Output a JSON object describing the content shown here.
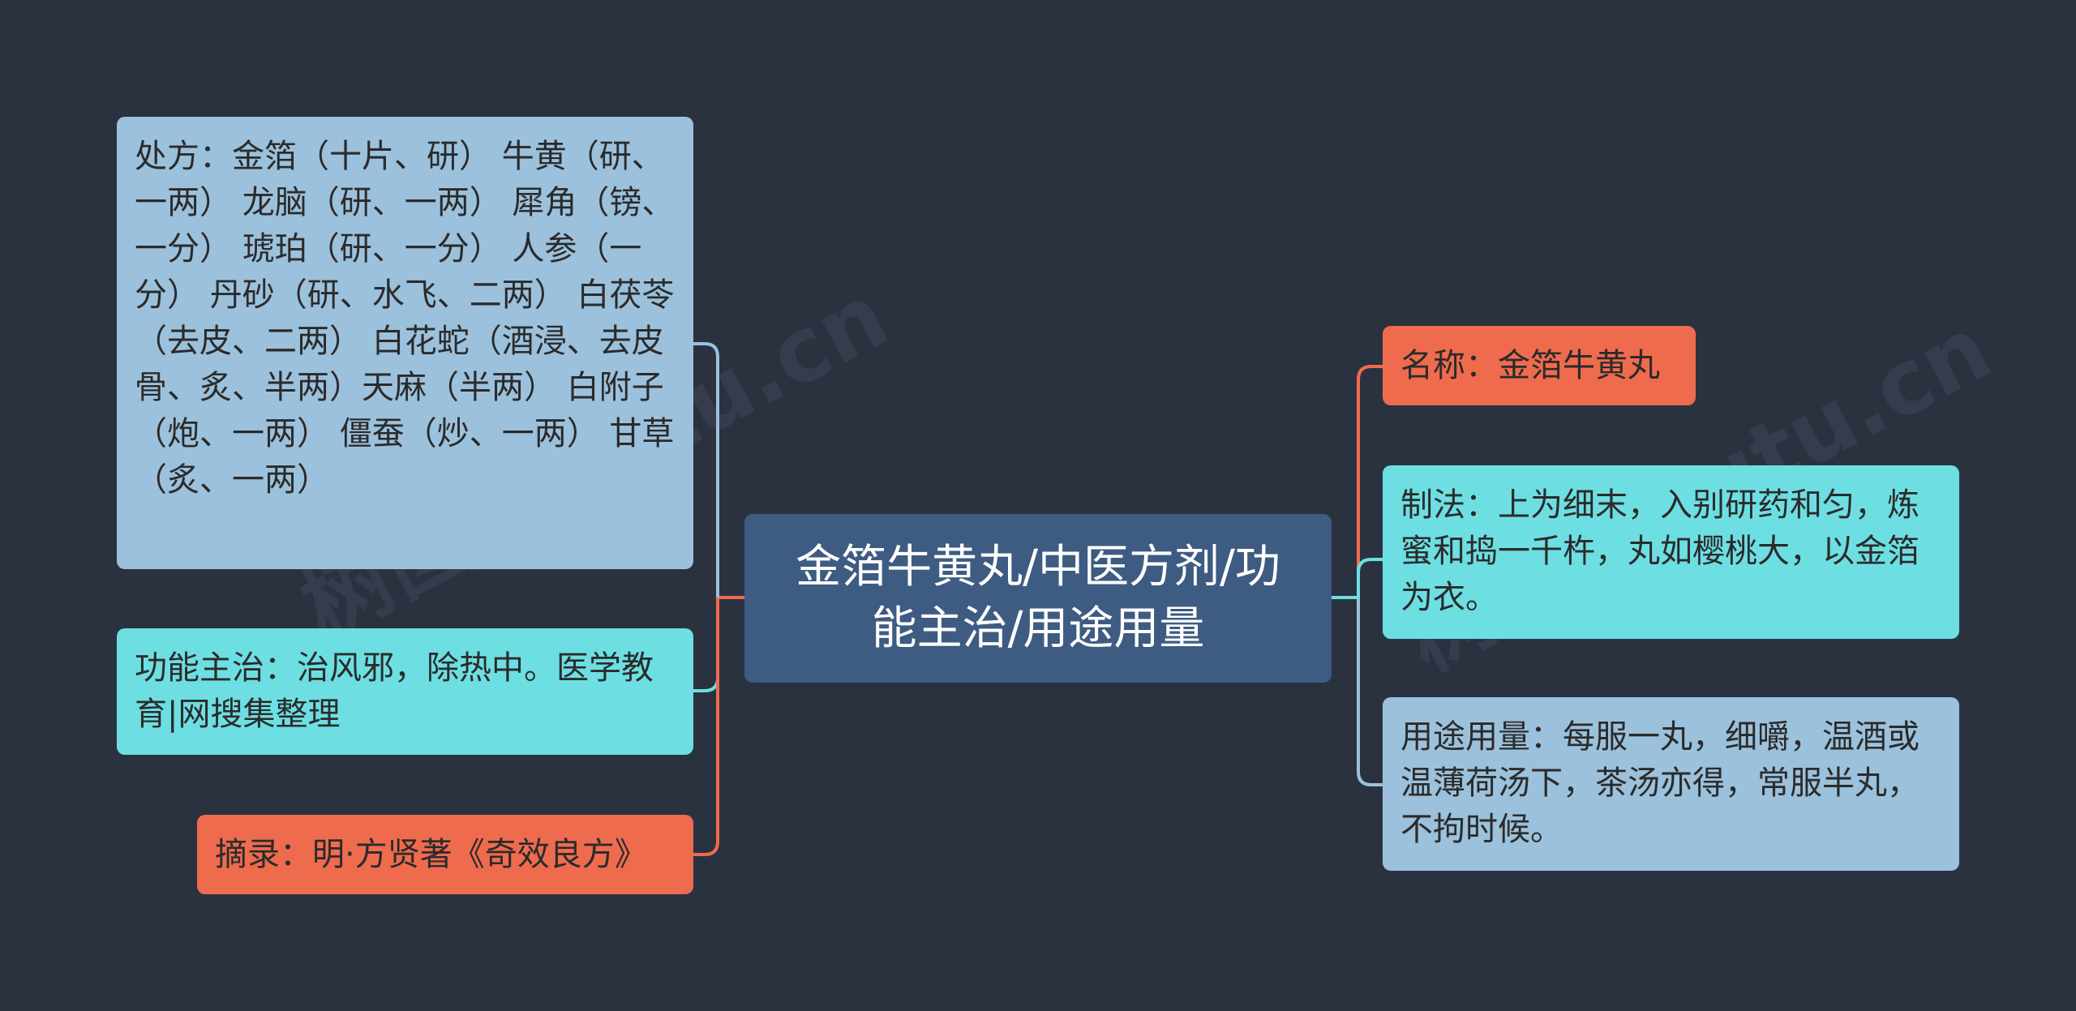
{
  "central_topic": "金箔牛黄丸/中医方剂/功能主治/用途用量",
  "left_branches": [
    {
      "text": "处方：金箔（十片、研） 牛黄（研、一两） 龙脑（研、一两） 犀角（镑、一分） 琥珀（研、一分） 人参（一分） 丹砂（研、水飞、二两） 白茯苓（去皮、二两） 白花蛇（酒浸、去皮骨、炙、半两）天麻（半两） 白附子（炮、一两） 僵蚕（炒、一两） 甘草（炙、一两）"
    },
    {
      "text": "功能主治：治风邪，除热中。医学教育|网搜集整理"
    },
    {
      "text": "摘录：明·方贤著《奇效良方》"
    }
  ],
  "right_branches": [
    {
      "text": "名称：金箔牛黄丸"
    },
    {
      "text": "制法：上为细末，入别研药和匀，炼蜜和捣一千杵，丸如樱桃大，以金箔为衣。"
    },
    {
      "text": "用途用量：每服一丸，细嚼，温酒或温薄荷汤下，茶汤亦得，常服半丸，不拘时候。"
    }
  ],
  "colors": {
    "background": "#2a3240",
    "center_node": "#3e5b82",
    "blue_node": "#9cc1dc",
    "cyan_node": "#6ddfe3",
    "orange_node": "#ef6b4e"
  }
}
